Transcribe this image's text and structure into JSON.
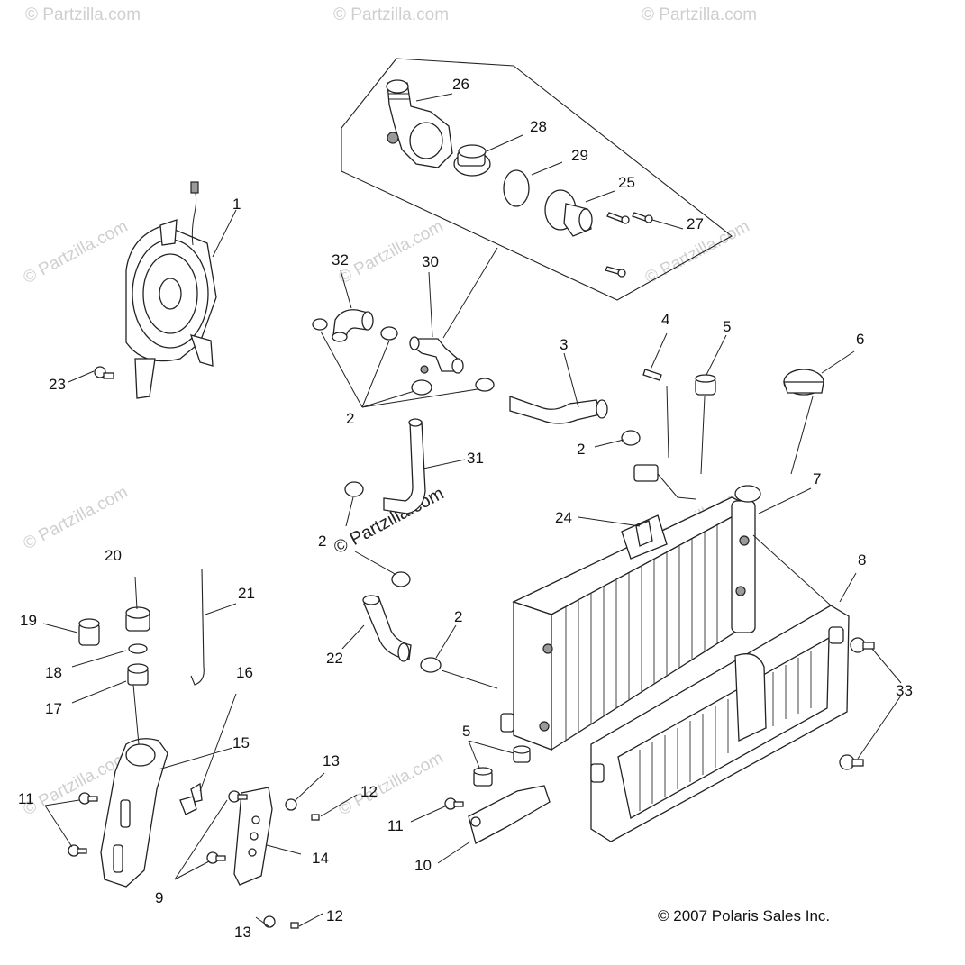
{
  "copyright": "© 2007 Polaris Sales Inc.",
  "watermark": "© Partzilla.com",
  "callouts": [
    {
      "id": "c1",
      "label": "1"
    },
    {
      "id": "c2a",
      "label": "2"
    },
    {
      "id": "c2b",
      "label": "2"
    },
    {
      "id": "c2c",
      "label": "2"
    },
    {
      "id": "c2d",
      "label": "2"
    },
    {
      "id": "c3",
      "label": "3"
    },
    {
      "id": "c4",
      "label": "4"
    },
    {
      "id": "c5a",
      "label": "5"
    },
    {
      "id": "c5b",
      "label": "5"
    },
    {
      "id": "c6",
      "label": "6"
    },
    {
      "id": "c7",
      "label": "7"
    },
    {
      "id": "c8",
      "label": "8"
    },
    {
      "id": "c9",
      "label": "9"
    },
    {
      "id": "c10",
      "label": "10"
    },
    {
      "id": "c11a",
      "label": "11"
    },
    {
      "id": "c11b",
      "label": "11"
    },
    {
      "id": "c12a",
      "label": "12"
    },
    {
      "id": "c12b",
      "label": "12"
    },
    {
      "id": "c13a",
      "label": "13"
    },
    {
      "id": "c13b",
      "label": "13"
    },
    {
      "id": "c14",
      "label": "14"
    },
    {
      "id": "c15",
      "label": "15"
    },
    {
      "id": "c16",
      "label": "16"
    },
    {
      "id": "c17",
      "label": "17"
    },
    {
      "id": "c18",
      "label": "18"
    },
    {
      "id": "c19",
      "label": "19"
    },
    {
      "id": "c20",
      "label": "20"
    },
    {
      "id": "c21",
      "label": "21"
    },
    {
      "id": "c22",
      "label": "22"
    },
    {
      "id": "c23",
      "label": "23"
    },
    {
      "id": "c24",
      "label": "24"
    },
    {
      "id": "c25",
      "label": "25"
    },
    {
      "id": "c26",
      "label": "26"
    },
    {
      "id": "c27",
      "label": "27"
    },
    {
      "id": "c28",
      "label": "28"
    },
    {
      "id": "c29",
      "label": "29"
    },
    {
      "id": "c30",
      "label": "30"
    },
    {
      "id": "c31",
      "label": "31"
    },
    {
      "id": "c32",
      "label": "32"
    },
    {
      "id": "c33",
      "label": "33"
    }
  ]
}
